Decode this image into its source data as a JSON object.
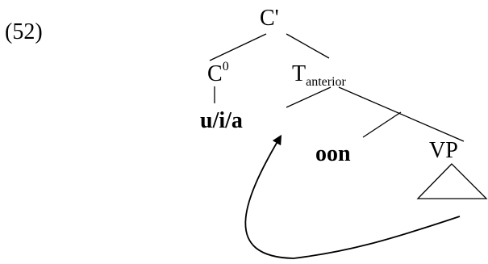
{
  "example_number": "(52)",
  "nodes": {
    "c_bar": "C'",
    "c0_base": "C",
    "c0_sup": "0",
    "t_base": "T",
    "t_sub": "anterior",
    "complementizer": "u/i/a",
    "oon": "oon",
    "vp": "VP"
  }
}
